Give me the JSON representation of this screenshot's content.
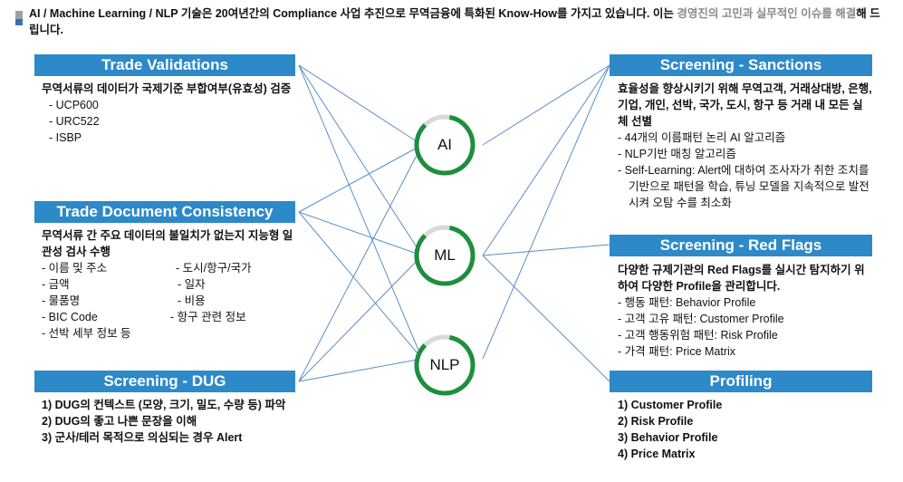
{
  "intro": {
    "text1": "AI / Machine Learning / NLP 기술은 20여년간의 Compliance 사업 추진으로 무역금융에 특화된 Know-How를 가지고 있습니다. 이는 ",
    "gray1": "경영진의 고민과 실무적인 이슈를 해결",
    "text2": "해 드립니다."
  },
  "hubs": [
    "AI",
    "ML",
    "NLP"
  ],
  "left": {
    "trade_validations": {
      "title": "Trade Validations",
      "desc": "무역서류의 데이터가 국제기준 부합여부(유효성) 검증",
      "items": [
        "- UCP600",
        "- URC522",
        "- ISBP"
      ]
    },
    "trade_doc": {
      "title": "Trade Document Consistency",
      "desc": "무역서류 간 주요 데이터의 불일치가 없는지  지능형 일관성 검사 수행",
      "col1": [
        "- 이름 및 주소",
        "- 금액",
        "- 물품명",
        "- BIC Code",
        "- 선박 세부 정보 등"
      ],
      "col2": [
        "- 도시/항구/국가",
        "- 일자",
        "- 비용",
        "- 항구 관련 정보"
      ]
    },
    "dug": {
      "title": "Screening - DUG",
      "items": [
        "1) DUG의 컨텍스트 (모양, 크기, 밀도, 수량 등) 파악",
        "2) DUG의 좋고 나쁜 문장을 이해",
        "3) 군사/테러 목적으로 의심되는 경우 Alert"
      ]
    }
  },
  "right": {
    "sanctions": {
      "title": "Screening - Sanctions",
      "desc": "효율성을 향상시키기 위해 무역고객, 거래상대방, 은행, 기업, 개인, 선박, 국가, 도시, 항구 등 거래 내 모든 실체 선별",
      "items": [
        "- 44개의 이름패턴 논리 AI 알고리즘",
        "- NLP기반 매칭 알고리즘",
        "- Self-Learning: Alert에 대하여 조사자가 취한 조치를 기반으로 패턴을 학습, 튜닝 모델을 지속적으로 발전 시켜 오탐 수를 최소화"
      ]
    },
    "red_flags": {
      "title": "Screening - Red Flags",
      "desc": "다양한 규제기관의 Red Flags를 실시간 탐지하기 위하여 다양한 Profile을 관리합니다.",
      "items": [
        "-  행동 패턴: Behavior Profile",
        "-  고객 고유 패턴: Customer Profile",
        "-  고객 행동위험 패턴: Risk Profile",
        "-  가격 패턴: Price Matrix"
      ]
    },
    "profiling": {
      "title": "Profiling",
      "items": [
        "1) Customer Profile",
        "2) Risk Profile",
        "3) Behavior Profile",
        "4) Price Matrix"
      ]
    }
  },
  "colors": {
    "header": "#2e89c8",
    "ring": "#1e8e3e",
    "line": "#5b8fc7"
  }
}
